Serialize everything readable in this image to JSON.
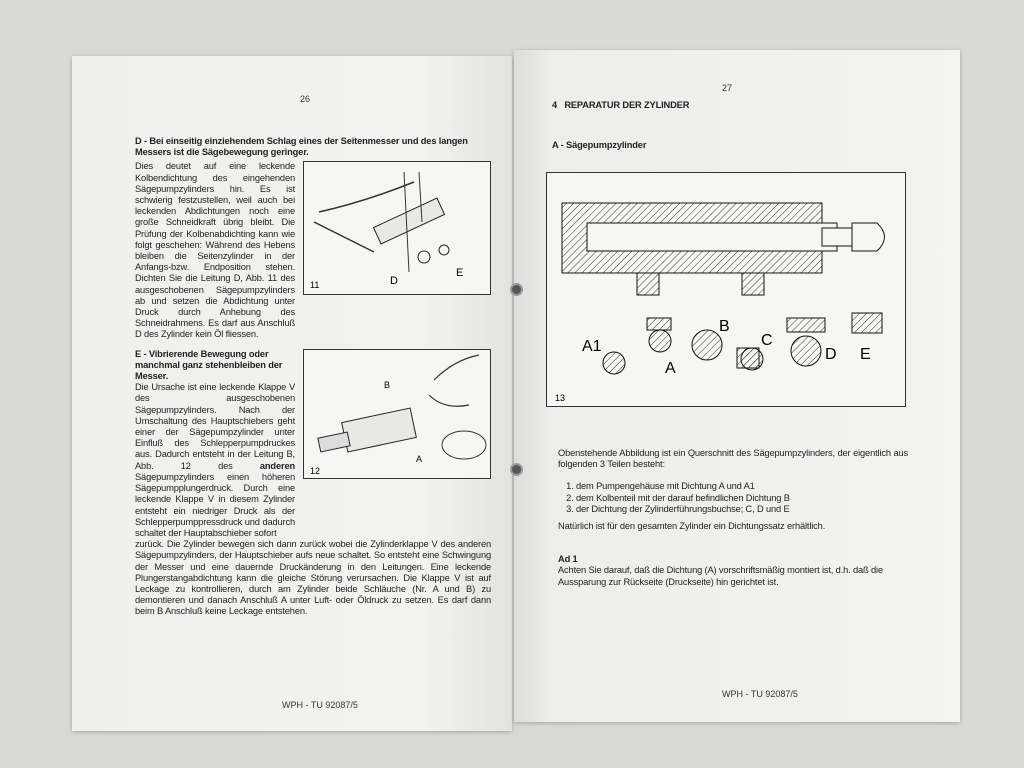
{
  "left_page": {
    "page_number": "26",
    "section_d": {
      "heading": "D - Bei einseitig einziehendem Schlag eines der Seitenmesser und des langen Messers ist die Sägebewegung geringer.",
      "body": "Dies deutet auf eine leckende Kolbendichtung des eingehenden Sägepumpzylinders hin. Es ist schwierig festzustellen, weil auch bei leckenden Abdichtungen noch eine große Schneidkraft übrig bleibt. Die Prüfung der Kolbenabdichting kann wie folgt geschehen: Während des Hebens bleiben die Seitenzylinder in der Anfangs-bzw. Endposition stehen. Dichten Sie die Leitung D, Abb. 11 des ausgeschobenen Sägepumpzylinders ab und setzen die Abdichtung unter Druck durch Anhebung des Schneidrahmens. Es darf aus Anschluß D des Zylinder kein Öl fliessen."
    },
    "figure_11": {
      "number": "11",
      "labels": [
        "D",
        "E"
      ]
    },
    "section_e": {
      "heading": "E - Vibrierende Bewegung oder manchmal ganz stehenbleiben der Messer.",
      "body_1": "Die Ursache ist eine leckende Klappe V des ausgeschobenen Sägepumpzylinders. Nach der Umschaltung des Hauptschiebers geht einer der Sägepumpzylinder unter Einfluß des Schlepperpumpdruckes aus. Dadurch entsteht in der Leitung B, Abb. 12 des",
      "body_bold": "anderen",
      "body_2": "Sägepumpzylinders einen höheren Sägepumpplungerdruck. Durch eine leckende Klappe V in diesem Zylinder entsteht ein niedriger Druck als der Schlepperpumppressdruck und dadurch schaltet der Hauptabschieber sofort",
      "body_full": "zurück. Die Zylinder bewegen sich dann zurück wobei die Zylinderklappe V des anderen Sägepumpzylinders, der Hauptschieber aufs neue schaltet. So entsteht eine Schwingung der Messer und eine dauernde Druckänderung in den Leitungen. Eine leckende Plungerstangabdichtung kann die gleiche Störung verursachen. Die Klappe V ist auf Leckage zu kontrollieren, durch am Zylinder beide Schläuche (Nr. A und B) zu demontieren und danach Anschluß A unter Luft- oder Öldruck zu setzen. Es darf dann beim B Anschluß keine Leckage entstehen."
    },
    "figure_12": {
      "number": "12",
      "labels": [
        "B",
        "A"
      ]
    },
    "footer": "WPH - TU 92087/5"
  },
  "right_page": {
    "page_number": "27",
    "chapter": "4   REPARATUR DER ZYLINDER",
    "subheading": "A - Sägepumpzylinder",
    "figure_13": {
      "number": "13",
      "labels": [
        "A1",
        "A",
        "B",
        "C",
        "D",
        "E"
      ]
    },
    "intro": "Obenstehende Abbildung ist ein Querschnitt des Sägepumpzylinders, der eigentlich aus folgenden 3 Teilen besteht:",
    "list": [
      "dem Pumpengehäuse mit Dichtung A und A1",
      "dem Kolbenteil mit der darauf befindlichen Dichtung B",
      "der Dichtung der Zylinderführungsbuchse; C, D und E"
    ],
    "note": "Natürlich ist für den gesamten Zylinder ein Dichtungssatz erhältlich.",
    "ad1_heading": "Ad 1",
    "ad1_body": "Achten Sie darauf, daß die Dichtung (A) vorschriftsmäßig montiert ist, d.h. daß die Aussparung zur Rückseite (Druckseite) hin gerichtet ist.",
    "footer": "WPH - TU 92087/5"
  }
}
